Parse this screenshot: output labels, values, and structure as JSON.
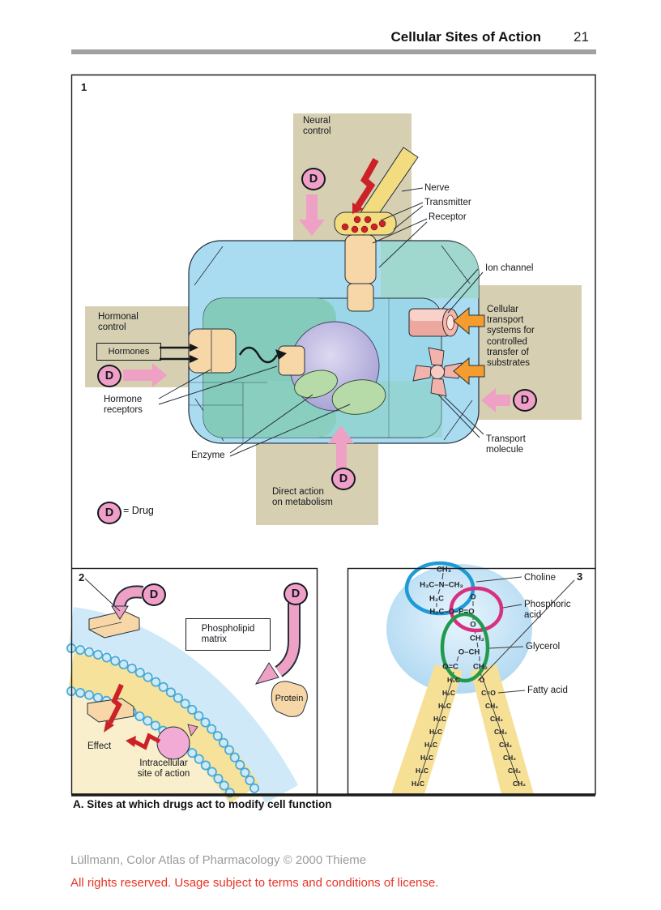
{
  "header": {
    "title": "Cellular Sites of Action",
    "page_number": "21"
  },
  "caption": "A. Sites at which drugs act to modify cell function",
  "footer": {
    "credit": "Lüllmann, Color Atlas of Pharmacology © 2000 Thieme",
    "license": "All rights reserved. Usage subject to terms and conditions of license."
  },
  "drug_symbol": "D",
  "fig1": {
    "number": "1",
    "neural_control": "Neural\ncontrol",
    "nerve": "Nerve",
    "transmitter": "Transmitter",
    "receptor": "Receptor",
    "ion_channel": "Ion channel",
    "cellular_transport": "Cellular\ntransport\nsystems for\ncontrolled\ntransfer of\nsubstrates",
    "hormonal_control": "Hormonal\ncontrol",
    "hormones": "Hormones",
    "hormone_receptors": "Hormone\nreceptors",
    "transport_molecule": "Transport\nmolecule",
    "enzyme": "Enzyme",
    "direct_action": "Direct action\non metabolism",
    "drug_legend": "= Drug"
  },
  "fig2": {
    "number": "2",
    "phospholipid_matrix": "Phospholipid\nmatrix",
    "protein": "Protein",
    "effect": "Effect",
    "intracellular": "Intracellular\nsite of action"
  },
  "fig3": {
    "number": "3",
    "labels": {
      "choline": "Choline",
      "phosphoric_acid": "Phosphoric\nacid",
      "glycerol": "Glycerol",
      "fatty_acid": "Fatty acid"
    },
    "formula": {
      "ch3": "CH₃",
      "n_row": "H₃C–N–CH₃",
      "h2c": "H₂C",
      "p_row": "H₂C–O–P=O",
      "o_above": "O",
      "o_below": "O",
      "ch2_a": "CH₂",
      "och": "O–CH",
      "oc": "O=C",
      "ch2_b": "CH₂"
    },
    "left_chain": [
      "H₂C",
      "H₂C",
      "H₂C",
      "H₂C",
      "H₂C",
      "H₂C",
      "H₂C",
      "H₂C",
      "H₂C"
    ],
    "right_chain": [
      "O",
      "C=O",
      "CH₂",
      "CH₂",
      "CH₂",
      "CH₂",
      "CH₂",
      "CH₂",
      "CH₂"
    ]
  },
  "colors": {
    "tan_panel": "#d6cfb2",
    "drug_pink": "#f0a0c8",
    "arrow_pink": "#efa0c5",
    "lightning_red": "#cb2127",
    "orange_arrow": "#f59c2f",
    "nerve_yellow": "#f3dc7f",
    "cell_blue": "#aadcf1",
    "cell_teal": "#82cab7",
    "nucleus_lavender": "#b0abd8",
    "enzyme_green": "#b6daa8",
    "receptor_tan": "#f7d7a7",
    "membrane_cream": "#f9efcc",
    "membrane_yellow": "#f6e29a",
    "bead_blue": "#cdeaf8",
    "head_blue": "#abd6f1",
    "ring_blue": "#1e9ad6",
    "ring_magenta": "#d8307f",
    "ring_green": "#219a4e",
    "rule_gray": "#a1a1a1",
    "footer_gray": "#9b9b9b",
    "footer_red": "#e73325"
  }
}
